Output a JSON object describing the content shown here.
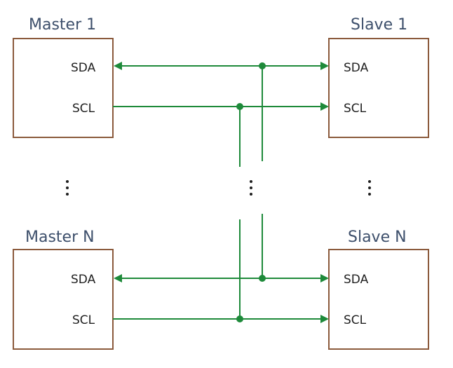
{
  "master_1": {
    "title": "Master 1",
    "sda_label": "SDA",
    "scl_label": "SCL"
  },
  "slave_1": {
    "title": "Slave 1",
    "sda_label": "SDA",
    "scl_label": "SCL"
  },
  "master_n": {
    "title": "Master N",
    "sda_label": "SDA",
    "scl_label": "SCL"
  },
  "slave_n": {
    "title": "Slave N",
    "sda_label": "SDA",
    "scl_label": "SCL"
  },
  "colors": {
    "wire": "#1e8a3a",
    "box_border": "#8b5a3c",
    "title_text": "#3d4f6b",
    "label_text": "#1f1f1f"
  }
}
